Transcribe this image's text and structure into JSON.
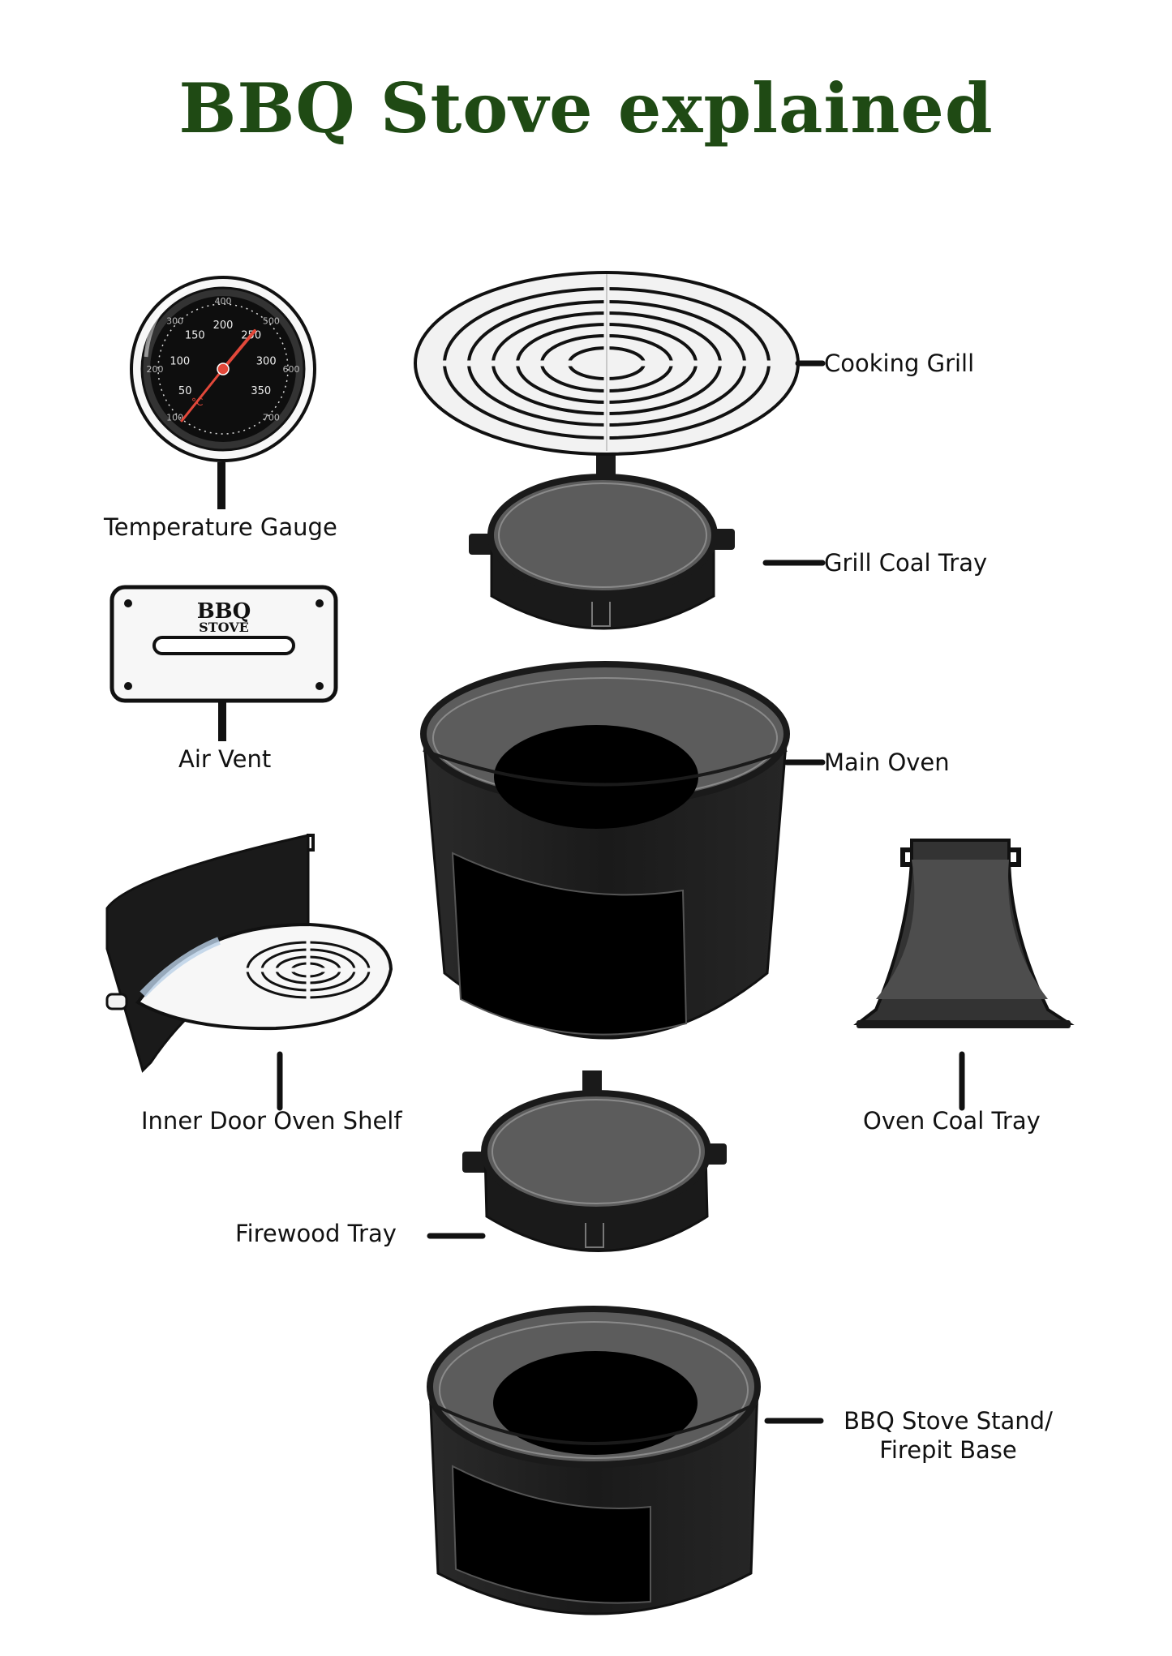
{
  "title": "BBQ Stove explained",
  "colors": {
    "title": "#1f4a14",
    "metal": "#1a1a1a",
    "metal_light": "#5c5c5c",
    "grill": "#f2f2f2",
    "needle": "#e2483a"
  },
  "air_vent_brand": {
    "line1": "BBQ",
    "line2": "STOVE"
  },
  "gauge": {
    "celsius_ticks": [
      "50",
      "100",
      "150",
      "200",
      "250",
      "300",
      "350"
    ],
    "fahrenheit_ticks": [
      "100",
      "200",
      "300",
      "400",
      "500",
      "600",
      "700"
    ],
    "unit": "°C"
  },
  "parts": {
    "cooking_grill": "Cooking Grill",
    "temperature_gauge": "Temperature Gauge",
    "grill_coal_tray": "Grill Coal Tray",
    "air_vent": "Air Vent",
    "main_oven": "Main Oven",
    "inner_door_oven_shelf": "Inner Door Oven Shelf",
    "oven_coal_tray": "Oven Coal Tray",
    "firewood_tray": "Firewood Tray",
    "stand_line1": "BBQ Stove Stand/",
    "stand_line2": "Firepit Base"
  }
}
